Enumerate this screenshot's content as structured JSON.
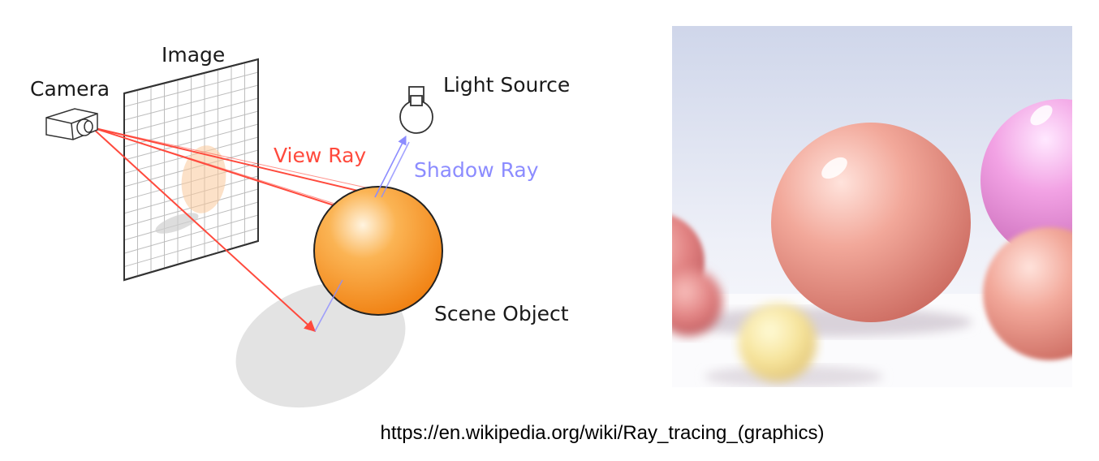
{
  "diagram": {
    "labels": {
      "image": "Image",
      "camera": "Camera",
      "light_source": "Light Source",
      "view_ray": "View Ray",
      "shadow_ray": "Shadow Ray",
      "scene_object": "Scene Object"
    },
    "colors": {
      "view_ray": "#ff4a3d",
      "shadow_ray": "#8c8cff",
      "sphere": "#f7931e",
      "text": "#1a1a1a"
    }
  },
  "caption": {
    "source_url": "https://en.wikipedia.org/wiki/Ray_tracing_(graphics)"
  }
}
